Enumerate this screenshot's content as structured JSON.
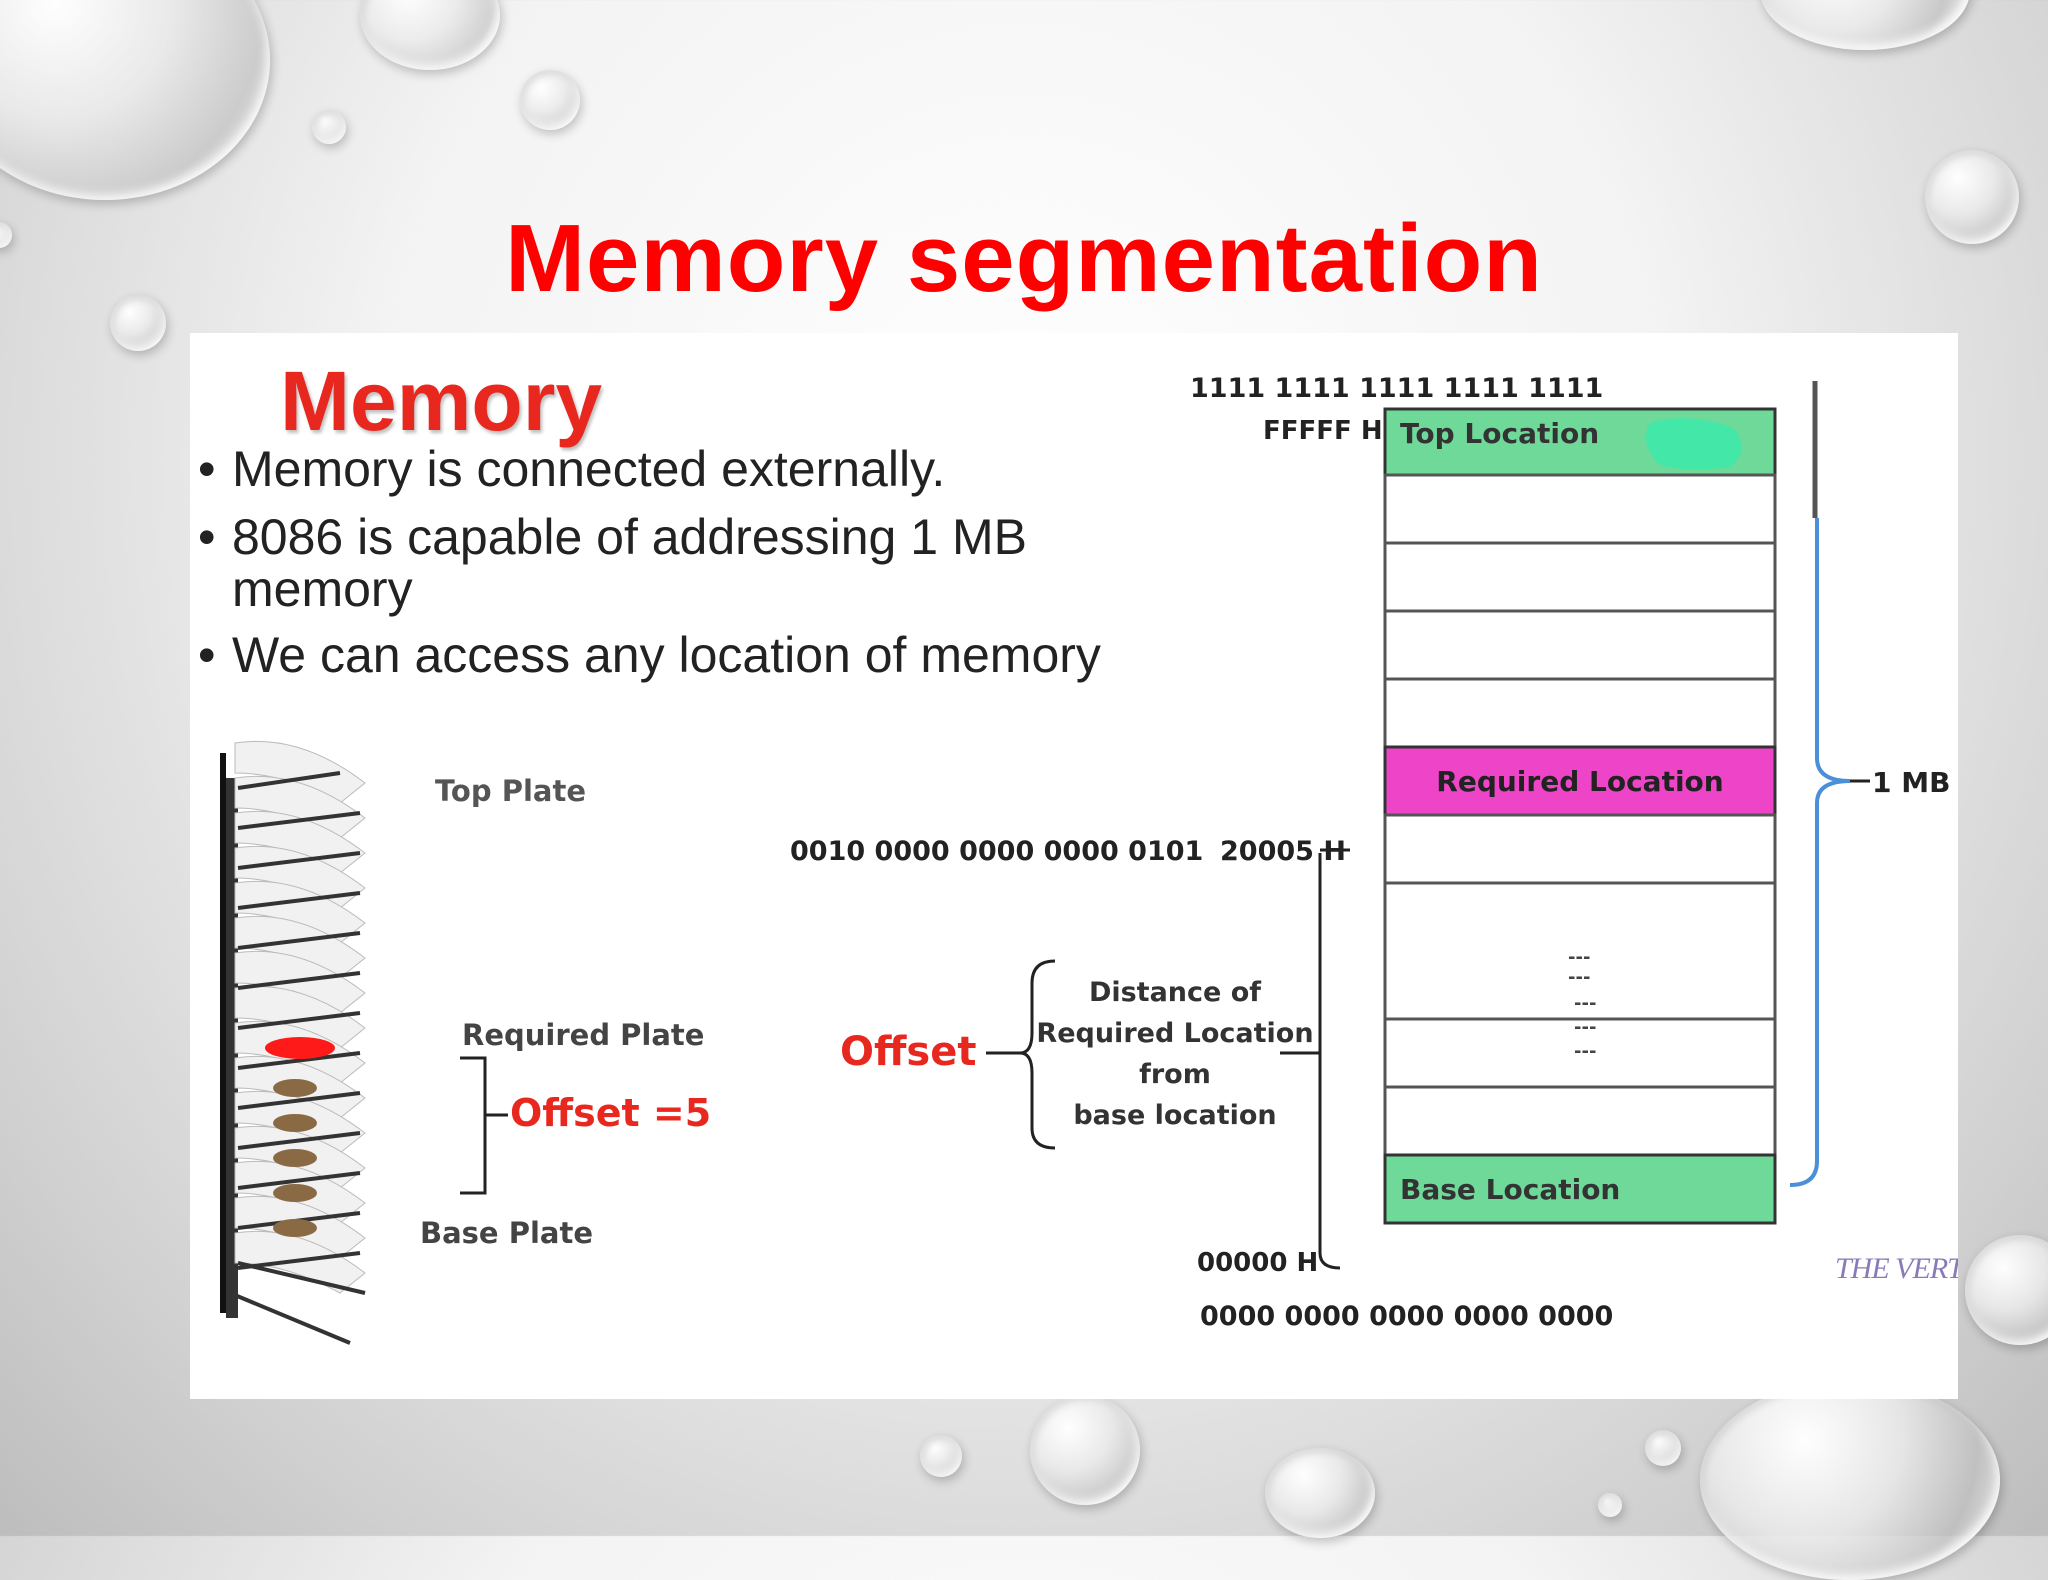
{
  "slide": {
    "title": "Memory segmentation"
  },
  "panel": {
    "heading": "Memory",
    "bullets": [
      "Memory is connected externally.",
      "8086 is capable of addressing 1 MB memory",
      "We can access any location of memory"
    ]
  },
  "plates": {
    "top_label": "Top Plate",
    "required_label": "Required Plate",
    "offset_label": "Offset =5",
    "base_label": "Base Plate"
  },
  "memory_map": {
    "top_binary": "1111 1111 1111 1111 1111",
    "top_hex": "FFFFF H",
    "top_location": "Top Location",
    "required_binary": "0010  0000 0000 0000 0101",
    "required_hex": "20005 H",
    "required_location": "Required Location",
    "base_hex": "00000 H",
    "base_location": "Base Location",
    "base_binary": "0000 0000 0000 0000 0000",
    "size_label": "1 MB",
    "ellipsis_marks": [
      "---",
      "---",
      "---",
      "---",
      "---"
    ],
    "offset_label": "Offset",
    "offset_desc": [
      "Distance of",
      "Required Location",
      "from",
      "base location"
    ],
    "watermark": "THE VERTEX"
  },
  "colors": {
    "title_red": "#ff0000",
    "top_green": "#6fd99a",
    "required_magenta": "#ee44c8",
    "base_green": "#6fd99a",
    "bracket_blue": "#4a90d9"
  }
}
